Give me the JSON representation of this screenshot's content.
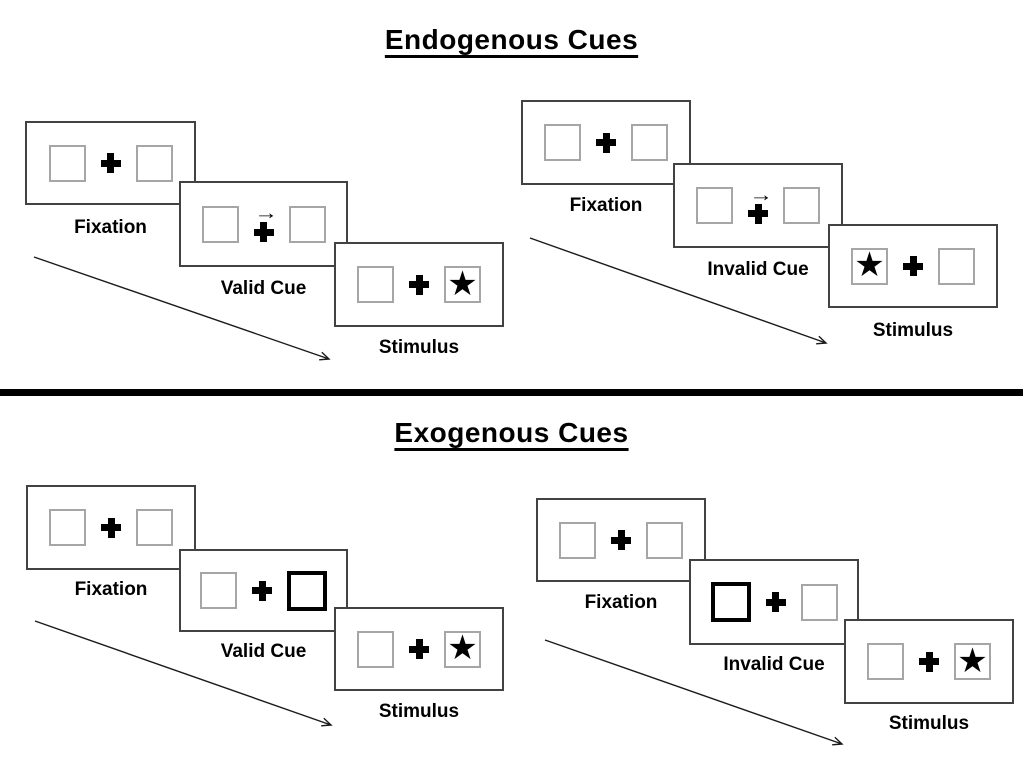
{
  "titles": {
    "endogenous": "Endogenous Cues",
    "exogenous": "Exogenous Cues"
  },
  "glyphs": {
    "cue_arrow": "→",
    "star": "★",
    "fixation_cross": "+"
  },
  "colors": {
    "background": "#ffffff",
    "panel_border": "#424242",
    "box_border": "#a6a6a6",
    "ink": "#000000",
    "divider": "#000000"
  },
  "endogenous": {
    "valid": {
      "fixation": "Fixation",
      "cue": "Valid Cue",
      "stimulus": "Stimulus"
    },
    "invalid": {
      "fixation": "Fixation",
      "cue": "Invalid Cue",
      "stimulus": "Stimulus"
    }
  },
  "exogenous": {
    "valid": {
      "fixation": "Fixation",
      "cue": "Valid Cue",
      "stimulus": "Stimulus"
    },
    "invalid": {
      "fixation": "Fixation",
      "cue": "Invalid Cue",
      "stimulus": "Stimulus"
    }
  }
}
